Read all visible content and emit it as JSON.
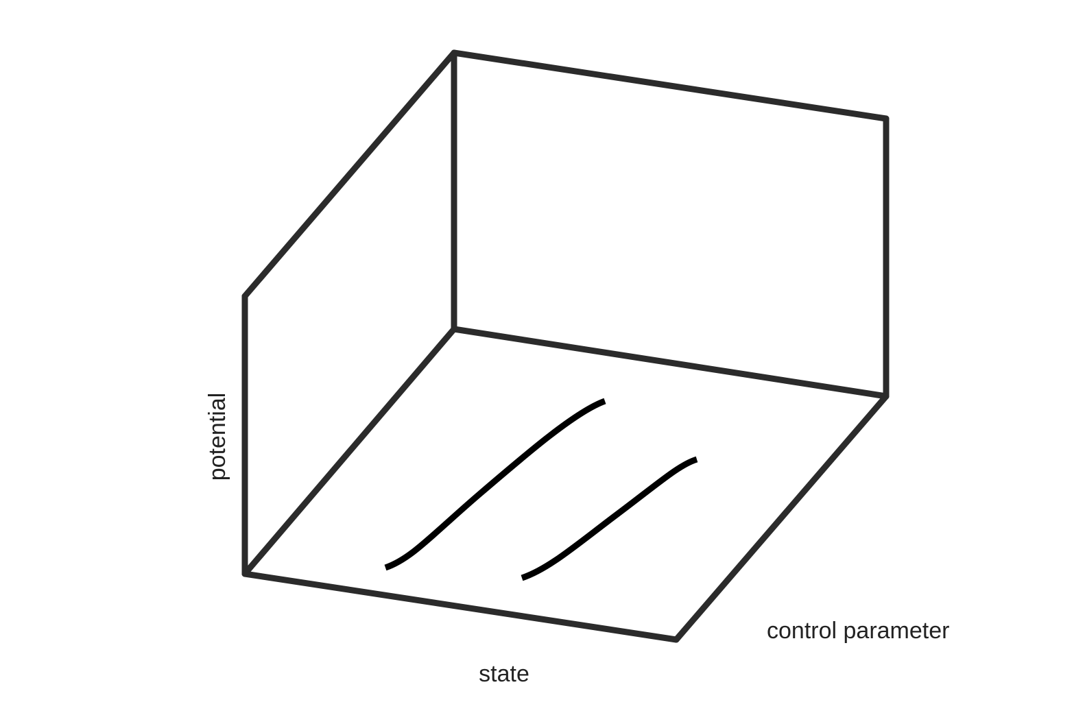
{
  "labels": {
    "potential": "potential",
    "state": "state",
    "control_parameter": "control parameter"
  },
  "colors": {
    "frame": "#2b2b2b",
    "curve": "#000000",
    "text": "#222222",
    "background": "#ffffff"
  }
}
